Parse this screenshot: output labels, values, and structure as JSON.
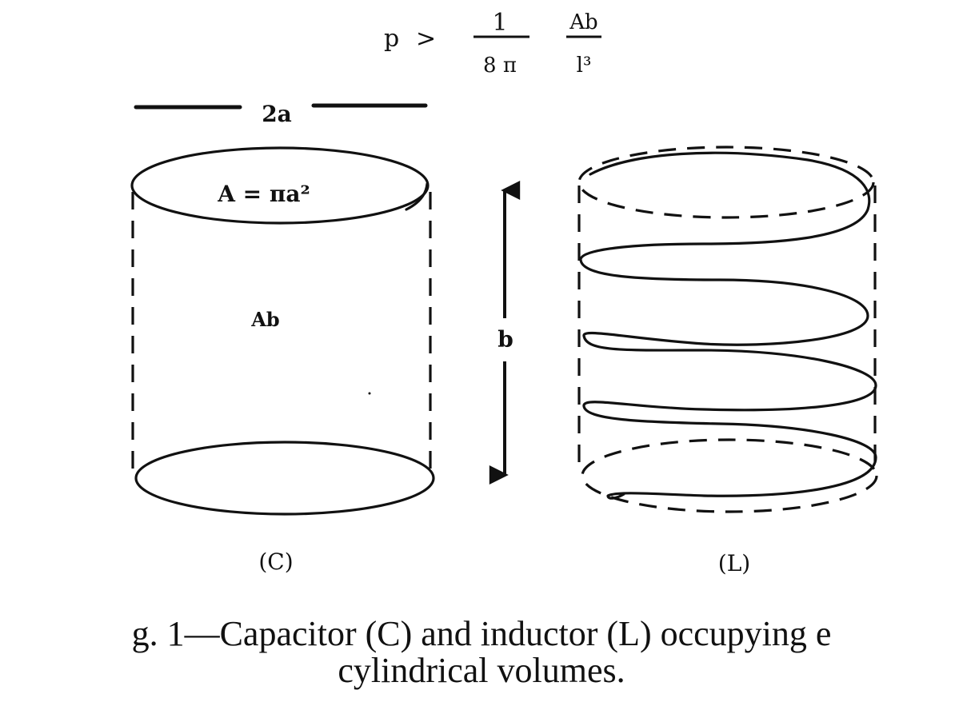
{
  "formula": {
    "lhs": "p",
    "relation": ">",
    "frac1_num": "1",
    "frac1_den": "8 π",
    "frac2_num": "Ab",
    "frac2_den": "l³"
  },
  "diagram": {
    "width_label": "2a",
    "area_label": "A =  πa²",
    "volume_label": "Ab",
    "height_label": "b",
    "capacitor_label": "(C)",
    "inductor_label": "(L)"
  },
  "caption": {
    "line1": "g. 1—Capacitor (C) and inductor (L) occupying e",
    "line2": "cylindrical volumes."
  }
}
